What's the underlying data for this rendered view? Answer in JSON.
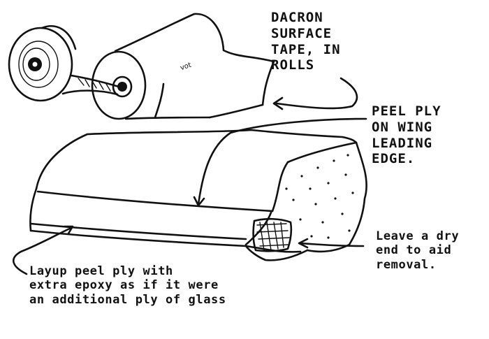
{
  "labels": {
    "dacron": [
      "DACRON",
      "SURFACE",
      "TAPE, IN",
      "ROLLS"
    ],
    "peel_ply_wing": [
      "PEEL PLY",
      "ON WING",
      "LEADING",
      "EDGE."
    ],
    "dry_end": [
      "Leave a dry",
      "end to aid",
      "removal."
    ],
    "layup": [
      "Layup peel ply with",
      "extra epoxy as if it were",
      "an additional ply of glass"
    ]
  },
  "roll_stamp": "vot",
  "colors": {
    "ink": "#111111",
    "paper": "#ffffff"
  }
}
